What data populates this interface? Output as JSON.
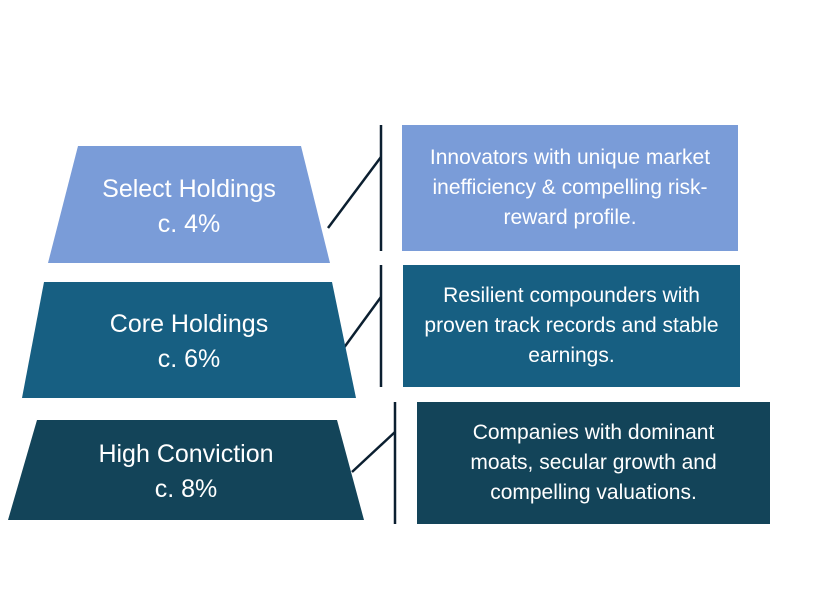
{
  "colors": {
    "tier_top": "#7a9cd8",
    "tier_middle": "#175f82",
    "tier_bottom": "#134459",
    "connector": "#0b1f30"
  },
  "tiers": [
    {
      "name": "Select Holdings",
      "weight": "c. 4%",
      "description": "Innovators with unique market inefficiency & compelling risk-reward profile."
    },
    {
      "name": "Core Holdings",
      "weight": "c. 6%",
      "description": "Resilient compounders with proven track records and stable earnings."
    },
    {
      "name": "High Conviction",
      "weight": "c. 8%",
      "description": "Companies with dominant moats, secular growth and compelling valuations."
    }
  ]
}
